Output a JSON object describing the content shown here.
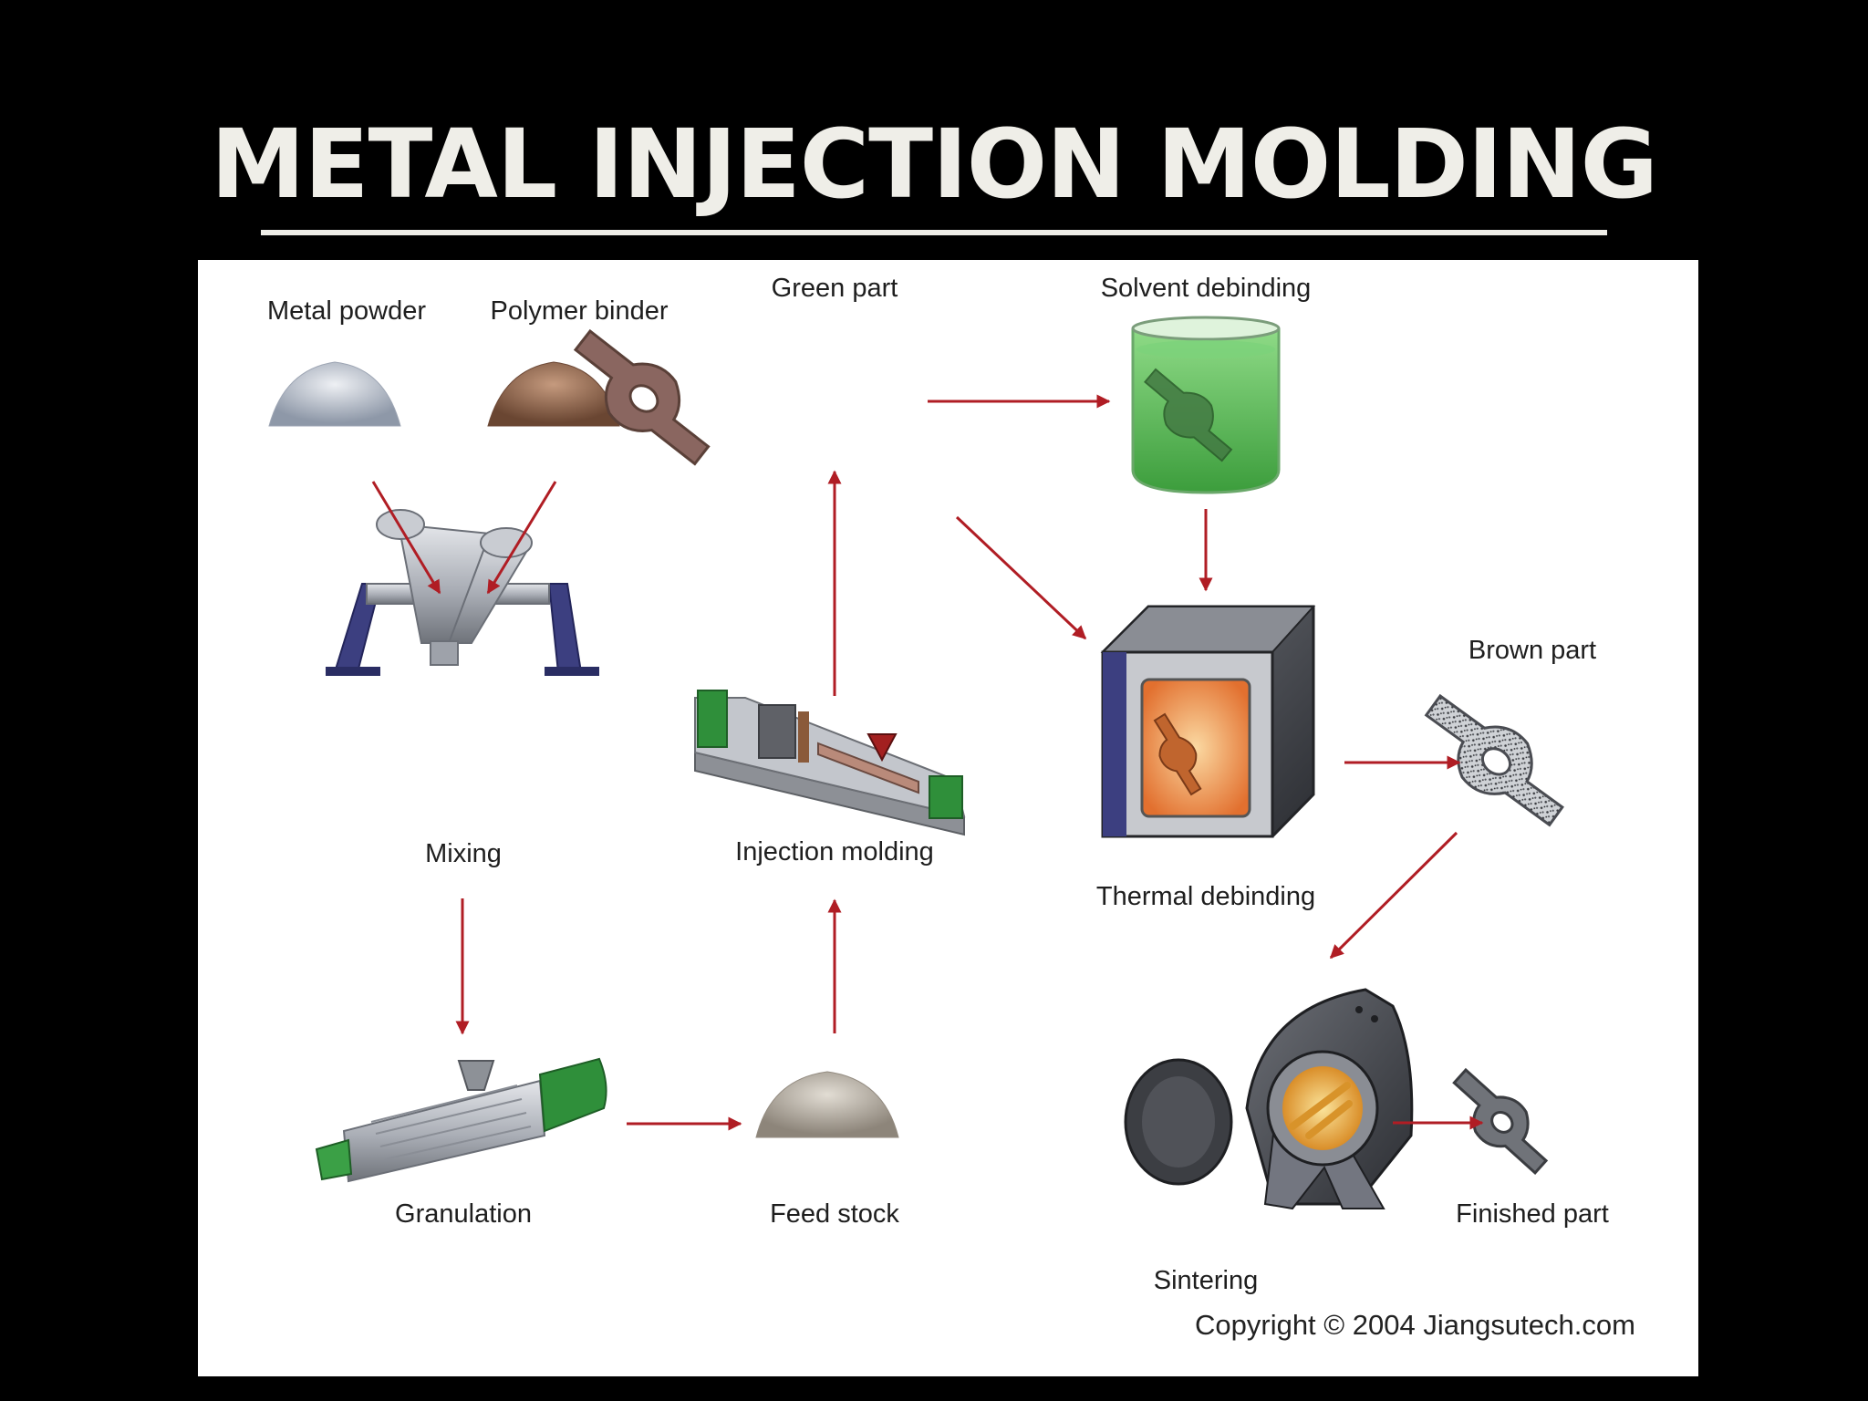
{
  "title": "METAL INJECTION MOLDING",
  "labels": {
    "metal_powder": "Metal powder",
    "polymer_binder": "Polymer binder",
    "green_part": "Green part",
    "solvent_debinding": "Solvent debinding",
    "mixing": "Mixing",
    "injection_molding": "Injection molding",
    "brown_part": "Brown part",
    "thermal_debinding": "Thermal debinding",
    "granulation": "Granulation",
    "feed_stock": "Feed stock",
    "finished_part": "Finished part",
    "sintering": "Sintering"
  },
  "copyright": "Copyright © 2004 Jiangsutech.com",
  "colors": {
    "background": "#000000",
    "title": "#efeee8",
    "arrow": "#b01d24",
    "solvent_liquid": "#5cc45a",
    "green_part": "#8a6660",
    "machine_accent": "#2f8f3a",
    "mixer_stand": "#3c3f80",
    "oven_glow": "#f09a55"
  },
  "icons": [
    "metal-powder-pile-icon",
    "polymer-binder-pile-icon",
    "green-part-icon",
    "solvent-beaker-icon",
    "v-mixer-icon",
    "injection-machine-icon",
    "thermal-oven-icon",
    "brown-part-icon",
    "granulator-icon",
    "feed-stock-pile-icon",
    "sintering-furnace-icon",
    "finished-part-icon"
  ]
}
